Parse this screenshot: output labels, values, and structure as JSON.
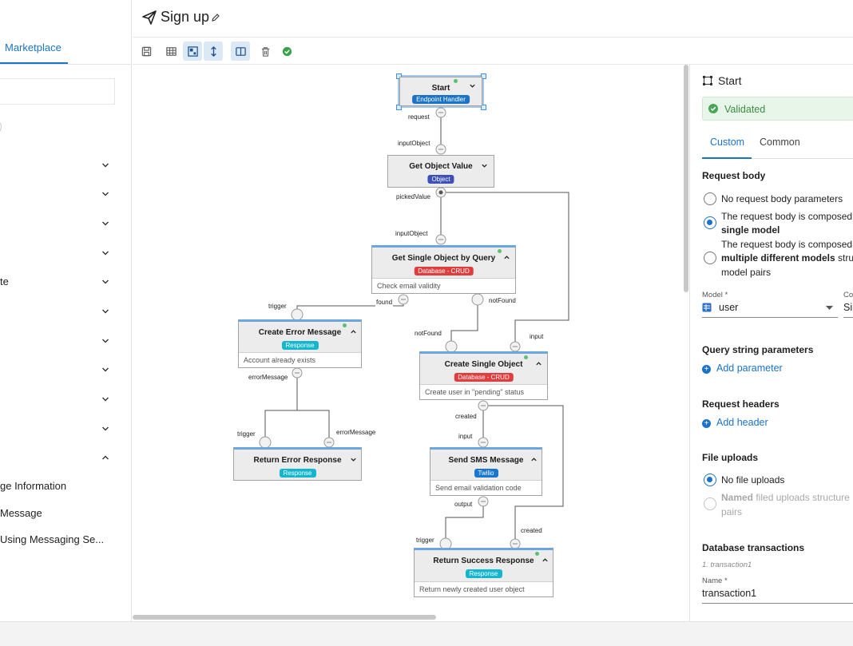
{
  "sidebar": {
    "tab_label": "Marketplace",
    "rows": [
      {
        "label": ""
      },
      {
        "label": ""
      },
      {
        "label": ""
      },
      {
        "label": ""
      },
      {
        "label": "te"
      },
      {
        "label": ""
      },
      {
        "label": ""
      },
      {
        "label": ""
      },
      {
        "label": ""
      },
      {
        "label": ""
      },
      {
        "label": ""
      }
    ],
    "subitems": [
      "ge Information",
      "Message",
      "Using Messaging Se..."
    ]
  },
  "header": {
    "title": "Sign up"
  },
  "flow": {
    "nodes": {
      "start": {
        "title": "Start",
        "badge": "Endpoint Handler"
      },
      "get_object_value": {
        "title": "Get Object Value",
        "badge": "Object"
      },
      "get_single_object": {
        "title": "Get Single Object by Query",
        "badge": "Database - CRUD",
        "desc": "Check email validity"
      },
      "create_error": {
        "title": "Create Error Message",
        "badge": "Response",
        "desc": "Account already exists"
      },
      "create_single": {
        "title": "Create Single Object",
        "badge": "Database - CRUD",
        "desc": "Create user in \"pending\" status"
      },
      "return_error": {
        "title": "Return Error Response",
        "badge": "Response"
      },
      "send_sms": {
        "title": "Send SMS Message",
        "badge": "Twilio",
        "desc": "Send email validation code"
      },
      "return_success": {
        "title": "Return Success Response",
        "badge": "Response",
        "desc": "Return newly created user object"
      }
    },
    "ports": {
      "request": "request",
      "input_object_1": "inputObject",
      "picked_value": "pickedValue",
      "input_object_2": "inputObject",
      "trigger_1": "trigger",
      "found": "found",
      "not_found_1": "notFound",
      "not_found_2": "notFound",
      "input_1": "input",
      "error_message_1": "errorMessage",
      "trigger_2": "trigger",
      "error_message_2": "errorMessage",
      "created_1": "created",
      "input_2": "input",
      "output": "output",
      "trigger_3": "trigger",
      "created_2": "created"
    }
  },
  "panel": {
    "title": "Start",
    "validated": "Validated",
    "tabs": [
      "Custom",
      "Common"
    ],
    "request_body": {
      "heading": "Request body",
      "opt1": "No request body parameters",
      "opt2_line1": "The request body is composed",
      "opt2_line2": "single model",
      "opt3_line1": "The request body is composed",
      "opt3_bold": "multiple different models",
      "opt3_rest": " stru",
      "opt3_line3": "model pairs"
    },
    "model": {
      "label": "Model *",
      "value": "user",
      "label2": "Co",
      "value2": "Si"
    },
    "query": {
      "heading": "Query string parameters",
      "add": "Add parameter"
    },
    "headers": {
      "heading": "Request headers",
      "add": "Add header"
    },
    "files": {
      "heading": "File uploads",
      "opt1": "No file uploads",
      "opt2_bold": "Named",
      "opt2_rest": " filed uploads structure",
      "opt2_line2": "pairs"
    },
    "db": {
      "heading": "Database transactions",
      "item": "1. transaction1",
      "name_label": "Name *",
      "name_value": "transaction1"
    }
  },
  "colors": {
    "accent": "#1a73c7",
    "badge_endpoint": "#1a73c7",
    "badge_object": "#3d4fb8",
    "badge_database": "#e03e3e",
    "badge_response": "#12b6cf",
    "badge_twilio": "#1977d2",
    "validated_green": "#3b8b46"
  }
}
